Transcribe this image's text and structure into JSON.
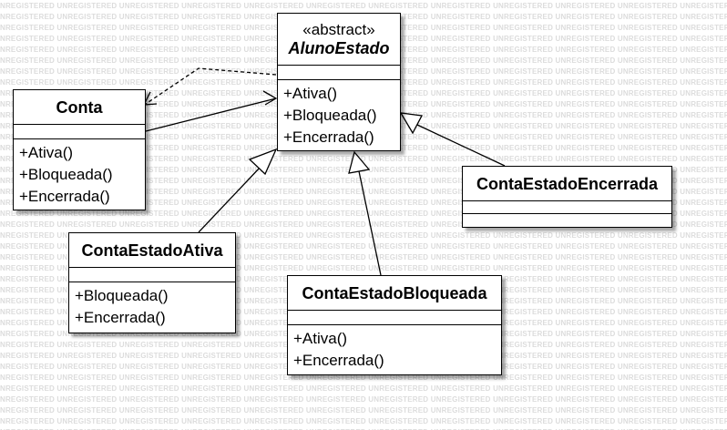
{
  "watermark": {
    "text": "UNREGISTERED"
  },
  "classes": {
    "aluno_estado": {
      "stereotype": "«abstract»",
      "name": "AlunoEstado",
      "operations": [
        "+Ativa()",
        "+Bloqueada()",
        "+Encerrada()"
      ]
    },
    "conta": {
      "name": "Conta",
      "operations": [
        "+Ativa()",
        "+Bloqueada()",
        "+Encerrada()"
      ]
    },
    "conta_estado_ativa": {
      "name": "ContaEstadoAtiva",
      "operations": [
        "+Bloqueada()",
        "+Encerrada()"
      ]
    },
    "conta_estado_bloqueada": {
      "name": "ContaEstadoBloqueada",
      "operations": [
        "+Ativa()",
        "+Encerrada()"
      ]
    },
    "conta_estado_encerrada": {
      "name": "ContaEstadoEncerrada",
      "operations": []
    }
  },
  "colors": {
    "line": "#000000",
    "watermark": "#dcdcdc",
    "shadow": "#808080"
  }
}
